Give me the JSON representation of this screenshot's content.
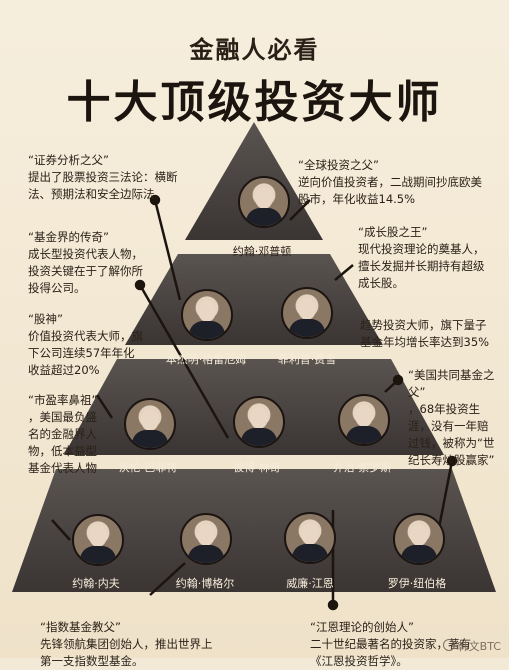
{
  "header": {
    "subtitle": "金融人必看",
    "title": "十大顶级投资大师"
  },
  "masters": [
    {
      "name": "约翰·邓普顿",
      "nickname": "“全球投资之父”",
      "desc": "逆向价值投资者，二战期间抄底欧美股市，年化收益14.5%"
    },
    {
      "name": "本杰明·格雷厄姆",
      "nickname": "“证券分析之父”",
      "desc": "提出了股票投资三法论：横断法、预期法和安全边际法。"
    },
    {
      "name": "菲利普·费雪",
      "nickname": "“成长股之王”",
      "desc": "现代投资理论的奠基人，擅长发掘并长期持有超级成长股。"
    },
    {
      "name": "沃伦·巴菲特",
      "nickname": "“股神”",
      "desc": "价值投资代表大师，旗下公司连续57年年化收益超过20%"
    },
    {
      "name": "彼得·林奇",
      "nickname": "“基金界的传奇”",
      "desc": "成长型投资代表人物，投资关键在于了解你所投得公司。"
    },
    {
      "name": "乔治·索罗斯",
      "nickname": "",
      "desc": "趋势投资大师，旗下量子基金年均增长率达到35%"
    },
    {
      "name": "约翰·内夫",
      "nickname": "“市盈率鼻祖”",
      "desc": "，美国最负盛名的金融界人物，低本益型基金代表人物"
    },
    {
      "name": "约翰·博格尔",
      "nickname": "“指数基金教父”",
      "desc": "先锋领航集团创始人，推出世界上第一支指数型基金。"
    },
    {
      "name": "威廉·江恩",
      "nickname": "“江恩理论的创始人”",
      "desc": "二十世纪最著名的投资家，著有《江恩投资哲学》。"
    },
    {
      "name": "罗伊·纽伯格",
      "nickname": "“美国共同基金之父”",
      "desc": "，68年投资生涯，没有一年赔过钱，被称为“世纪长寿炒股赢家”"
    }
  ],
  "watermark": "韩文BTC",
  "colors": {
    "pyramid": "#4a4543",
    "band": "#f1e6d2",
    "accent": "#1c140e"
  }
}
